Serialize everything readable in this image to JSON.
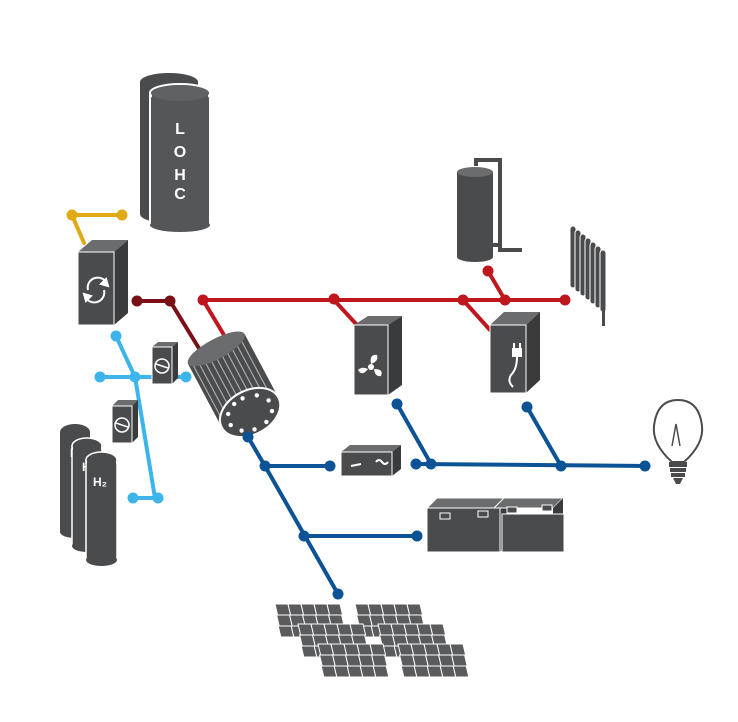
{
  "colors": {
    "device": "#4a4b4d",
    "device_dark": "#3a3b3d",
    "device_light": "#6b6c6e",
    "heat": "#c0161e",
    "heat_dark": "#7a1015",
    "electric": "#0b5394",
    "hydrogen": "#3db5ec",
    "lohc": "#e0a916",
    "white": "#ffffff"
  },
  "labels": {
    "lohc_l": "L",
    "lohc_o": "O",
    "lohc_h": "H",
    "lohc_c": "C",
    "h2_1": "H",
    "h2_2": "H",
    "h2_3": "H₂"
  },
  "icons": {
    "lohc_tank": "storage-tank-icon",
    "reactor": "reactor-cycle-icon",
    "compressor": "compressor-icon",
    "fuel_cell": "fuel-cell-icon",
    "heat_pump": "fan-icon",
    "charger": "plug-icon",
    "water_heater": "hot-water-tank-icon",
    "radiator": "radiator-icon",
    "inverter": "inverter-icon",
    "battery": "battery-icon",
    "bulb": "light-bulb-icon",
    "solar": "solar-panel-icon",
    "h2_bottles": "gas-cylinder-icon"
  }
}
